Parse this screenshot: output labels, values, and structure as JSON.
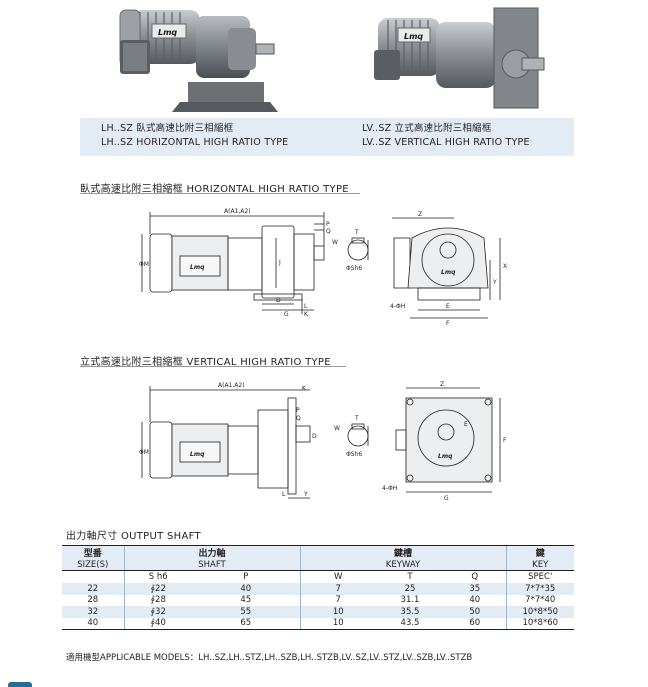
{
  "photos": {
    "left_logo": "Lmq",
    "right_logo": "Lmq"
  },
  "captions": {
    "left_line1": "LH..SZ 臥式高速比附三相縮框",
    "left_line2": "LH..SZ HORIZONTAL  HIGH  RATIO  TYPE",
    "right_line1": "LV..SZ 立式高速比附三相縮框",
    "right_line2": "LV..SZ VERTICAL  HIGH  RATIO  TYPE"
  },
  "horizontal": {
    "title": "臥式高速比附三相縮框  HORIZONTAL  HIGH  RATIO  TYPE",
    "dims": {
      "A": "A(A1,A2)",
      "M": "ΦM",
      "J": "J",
      "D": "D",
      "G": "G",
      "L": "L",
      "K": "K",
      "P": "P",
      "Q": "Q",
      "W": "W",
      "T": "T",
      "S": "ΦSh6",
      "Z": "Z",
      "X": "X",
      "Y": "Y",
      "H": "4-ΦH",
      "E": "E",
      "F": "F"
    },
    "logo": "Lmq"
  },
  "vertical": {
    "title": "立式高速比附三相縮框  VERTICAL  HIGH  RATIO  TYPE",
    "dims": {
      "A": "A(A1,A2)",
      "M": "ΦM",
      "K": "K",
      "L": "L",
      "Y": "Y",
      "D": "D",
      "P": "P",
      "Q": "Q",
      "W": "W",
      "T": "T",
      "S": "ΦSh6",
      "Z": "Z",
      "E": "E",
      "F": "F",
      "H": "4-ΦH",
      "G": "G"
    },
    "logo": "Lmq"
  },
  "shaft_table": {
    "title": "出力軸尺寸  OUTPUT  SHAFT",
    "group_headers": [
      {
        "zh": "型番",
        "en": "SIZE(S)"
      },
      {
        "zh": "出力軸",
        "en": "SHAFT"
      },
      {
        "zh": "鍵槽",
        "en": "KEYWAY"
      },
      {
        "zh": "鍵",
        "en": "KEY"
      }
    ],
    "sub_headers": [
      "",
      "S h6",
      "P",
      "W",
      "T",
      "Q",
      "SPEC'"
    ],
    "rows": [
      [
        "22",
        "∮22",
        "40",
        "7",
        "25",
        "35",
        "7*7*35"
      ],
      [
        "28",
        "∮28",
        "45",
        "7",
        "31.1",
        "40",
        "7*7*40"
      ],
      [
        "32",
        "∮32",
        "55",
        "10",
        "35.5",
        "50",
        "10*8*50"
      ],
      [
        "40",
        "∮40",
        "65",
        "10",
        "43.5",
        "60",
        "10*8*60"
      ]
    ]
  },
  "footer": "適用機型APPLICABLE MODELS：LH..SZ,LH..STZ,LH..SZB,LH..STZB,LV..SZ,LV..STZ,LV..SZB,LV..STZB",
  "colors": {
    "band": "#e3ecf5",
    "motor_gray": "#8c8f93",
    "accent_blue": "#1f6f9a"
  }
}
